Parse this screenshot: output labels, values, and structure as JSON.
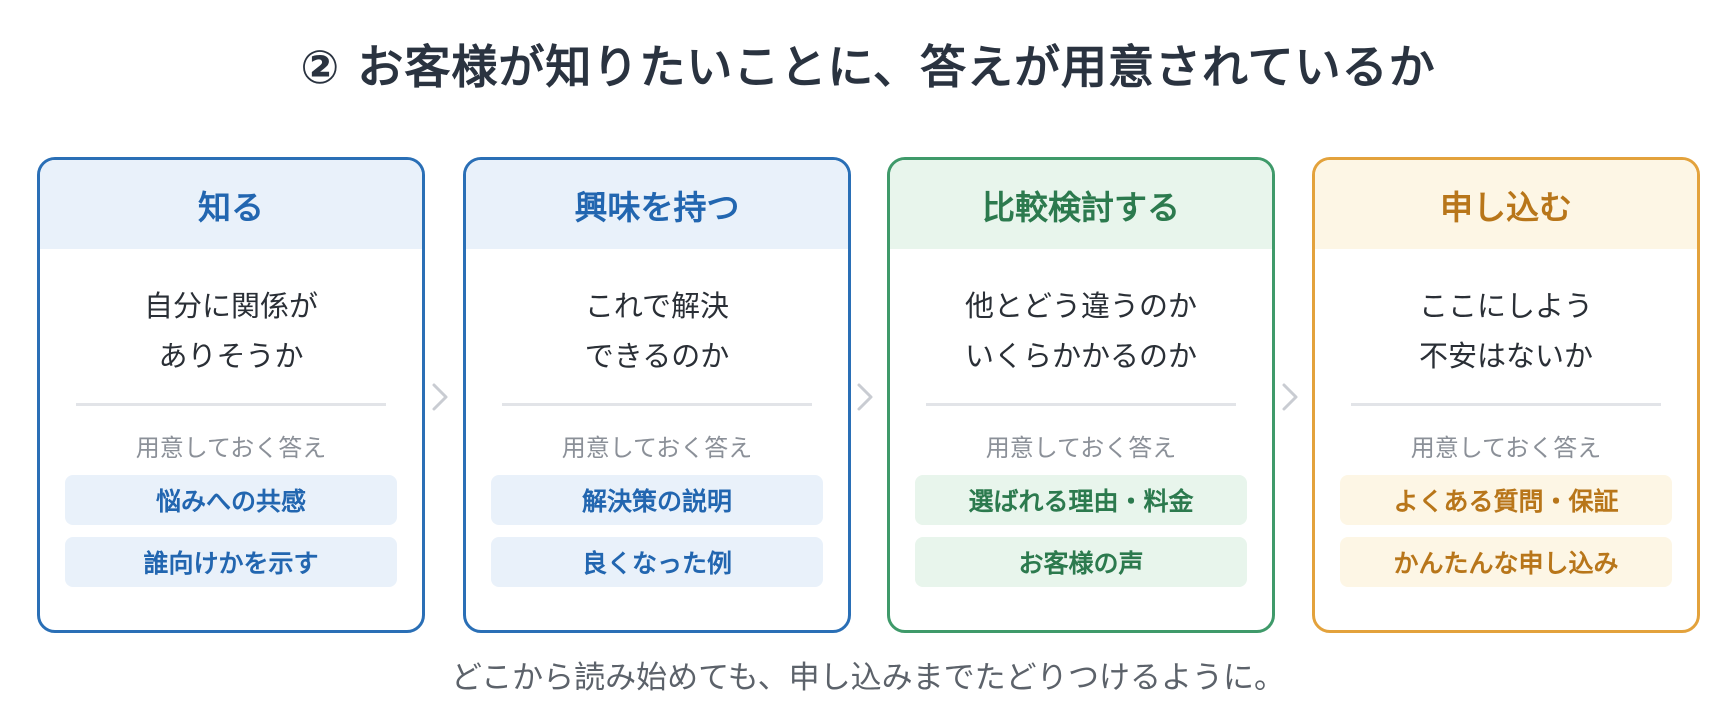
{
  "title": "② お客様が知りたいことに、答えが用意されているか",
  "answer_label": "用意しておく答え",
  "colors": {
    "blue": "#2266b0",
    "green": "#2c7a4e",
    "orange": "#b8761a",
    "divider": "#e2e4e8"
  },
  "stages": [
    {
      "name": "知る",
      "question_lines": [
        "自分に関係が",
        "ありそうか"
      ],
      "answers": [
        "悩みへの共感",
        "誰向けかを示す"
      ]
    },
    {
      "name": "興味を持つ",
      "question_lines": [
        "これで解決",
        "できるのか"
      ],
      "answers": [
        "解決策の説明",
        "良くなった例"
      ]
    },
    {
      "name": "比較検討する",
      "question_lines": [
        "他とどう違うのか",
        "いくらかかるのか"
      ],
      "answers": [
        "選ばれる理由・料金",
        "お客様の声"
      ]
    },
    {
      "name": "申し込む",
      "question_lines": [
        "ここにしよう",
        "不安はないか"
      ],
      "answers": [
        "よくある質問・保証",
        "かんたんな申し込み"
      ]
    }
  ],
  "footer": "どこから読み始めても、申し込みまでたどりつけるように。"
}
